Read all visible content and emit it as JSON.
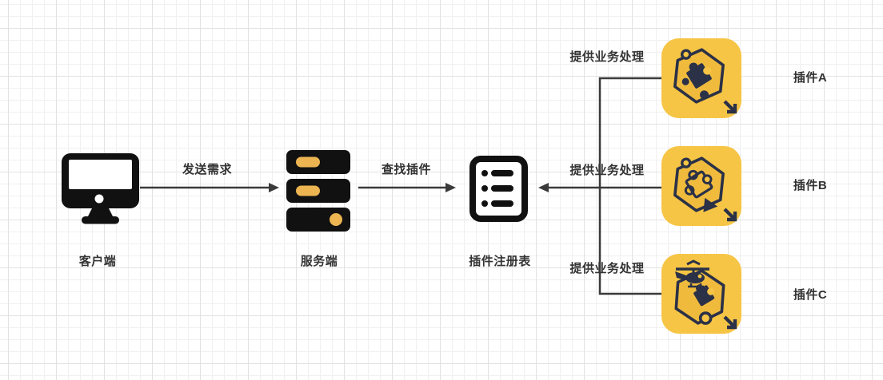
{
  "diagram": {
    "title": "plugin-registry-architecture",
    "nodes": {
      "client": {
        "label": "客户端"
      },
      "server": {
        "label": "服务端"
      },
      "registry": {
        "label": "插件注册表"
      },
      "plugin_a": {
        "label": "插件A"
      },
      "plugin_b": {
        "label": "插件B"
      },
      "plugin_c": {
        "label": "插件C"
      }
    },
    "edges": {
      "client_to_server": {
        "label": "发送需求"
      },
      "server_to_registry": {
        "label": "查找插件"
      },
      "plugin_a_to_registry": {
        "label": "提供业务处理"
      },
      "plugin_b_to_registry": {
        "label": "提供业务处理"
      },
      "plugin_c_to_registry": {
        "label": "提供业务处理"
      }
    },
    "icons": {
      "client": "computer-monitor-icon",
      "server": "server-stack-icon",
      "registry": "list-registry-icon",
      "plugin_a": "hexagon-puzzle-icon",
      "plugin_b": "hexagon-puzzle-play-icon",
      "plugin_c": "helicopter-puzzle-icon"
    },
    "colors": {
      "plugin_background": "#F6C545",
      "accent_yellow": "#ECB551",
      "icon_dark_navy": "#2B3147",
      "icon_black": "#111111",
      "connector_line": "#3A3A3A",
      "text": "#333333",
      "grid_minor": "#F0F0F0",
      "grid_major": "#E2E2E2"
    }
  }
}
